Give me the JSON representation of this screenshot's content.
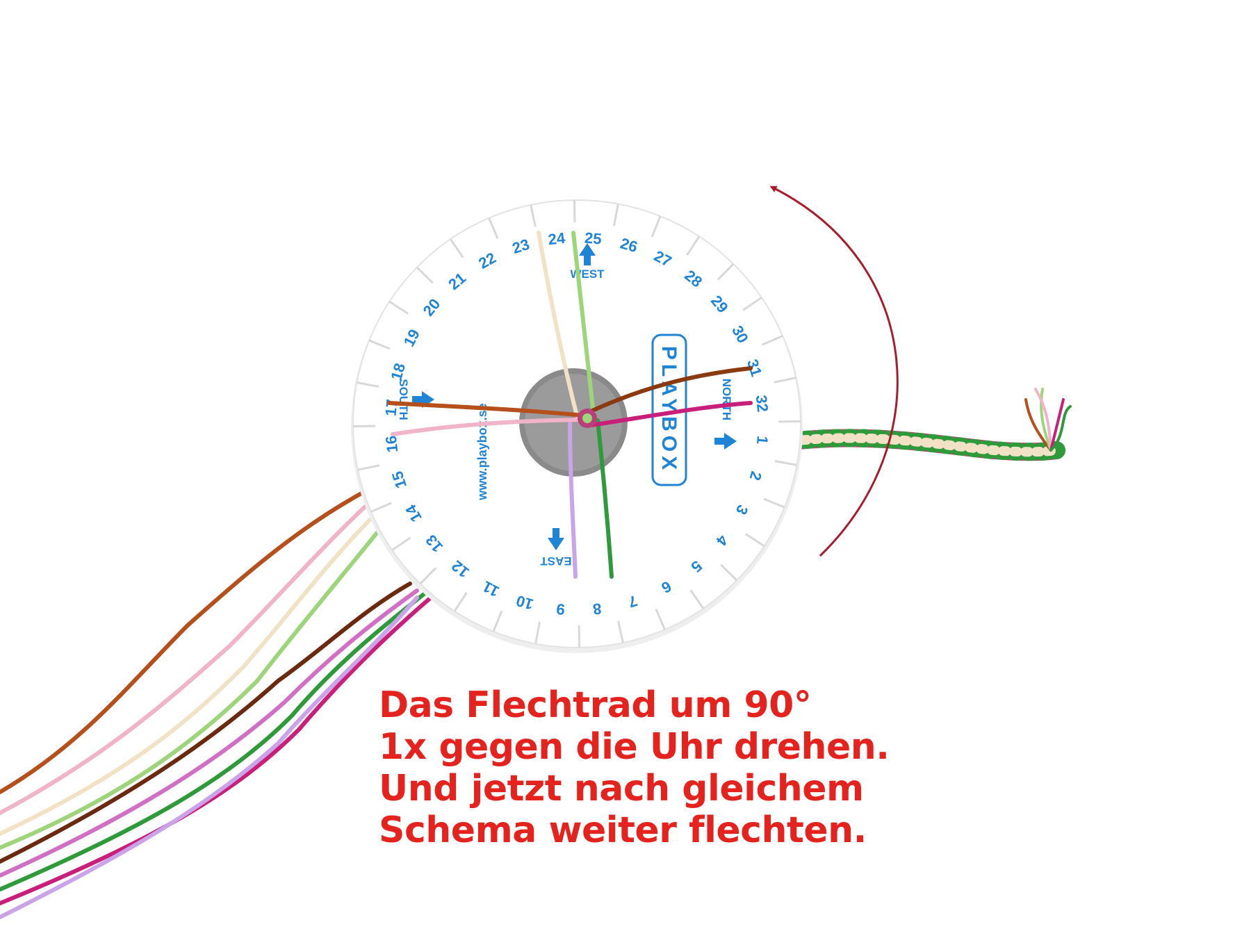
{
  "colors": {
    "background": "#ffffff",
    "arrow": "#a61c2c",
    "caption": "#e4231e",
    "disk": "#ffffff",
    "disk_print": "#1f83d6",
    "hole": "#8a8a8a"
  },
  "disk": {
    "numbers": [
      "1",
      "2",
      "3",
      "4",
      "5",
      "6",
      "7",
      "8",
      "9",
      "10",
      "11",
      "12",
      "13",
      "14",
      "15",
      "16",
      "17",
      "18",
      "19",
      "20",
      "21",
      "22",
      "23",
      "24",
      "25",
      "26",
      "27",
      "28",
      "29",
      "30",
      "31",
      "32"
    ],
    "directions": {
      "north": "NORTH",
      "south": "SOUTH",
      "west": "WEST",
      "east": "EAST"
    },
    "website": "www.playbox.se",
    "logo": "PLAYBOX"
  },
  "caption": {
    "lines": [
      "Das Flechtrad um 90°",
      "1x gegen die Uhr drehen.",
      "Und jetzt nach gleichem",
      "Schema weiter flechten."
    ]
  }
}
